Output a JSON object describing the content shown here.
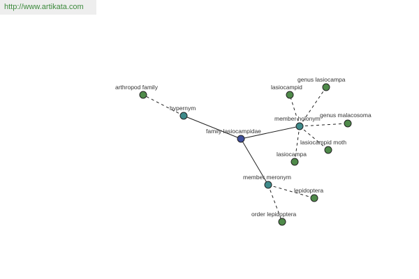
{
  "watermark": {
    "url": "http://www.artikata.com"
  },
  "graph": {
    "nodes": [
      {
        "id": "center",
        "label": "family lasiocampidae",
        "kind": "main"
      },
      {
        "id": "hyper",
        "label": "hypernym",
        "kind": "relation"
      },
      {
        "id": "holo",
        "label": "member holonym",
        "kind": "relation"
      },
      {
        "id": "mero",
        "label": "member meronym",
        "kind": "relation"
      },
      {
        "id": "arthro",
        "label": "arthropod family",
        "kind": "leaf"
      },
      {
        "id": "lasiocampid",
        "label": "lasiocampid",
        "kind": "leaf"
      },
      {
        "id": "genusLasio",
        "label": "genus lasiocampa",
        "kind": "leaf"
      },
      {
        "id": "genusMala",
        "label": "genus malacosoma",
        "kind": "leaf"
      },
      {
        "id": "lasioMoth",
        "label": "lasiocampid moth",
        "kind": "leaf"
      },
      {
        "id": "lasiocampa",
        "label": "lasiocampa",
        "kind": "leaf"
      },
      {
        "id": "lepi",
        "label": "lepidoptera",
        "kind": "leaf"
      },
      {
        "id": "orderLepi",
        "label": "order lepidoptera",
        "kind": "leaf"
      }
    ],
    "edges": [
      {
        "from": "center",
        "to": "hyper",
        "style": "solid"
      },
      {
        "from": "center",
        "to": "holo",
        "style": "solid"
      },
      {
        "from": "center",
        "to": "mero",
        "style": "solid"
      },
      {
        "from": "hyper",
        "to": "arthro",
        "style": "dashed"
      },
      {
        "from": "holo",
        "to": "lasiocampid",
        "style": "dashed"
      },
      {
        "from": "holo",
        "to": "genusLasio",
        "style": "dashed"
      },
      {
        "from": "holo",
        "to": "genusMala",
        "style": "dashed"
      },
      {
        "from": "holo",
        "to": "lasioMoth",
        "style": "dashed"
      },
      {
        "from": "holo",
        "to": "lasiocampa",
        "style": "dashed"
      },
      {
        "from": "mero",
        "to": "lepi",
        "style": "dashed"
      },
      {
        "from": "mero",
        "to": "orderLepi",
        "style": "dashed"
      }
    ]
  }
}
